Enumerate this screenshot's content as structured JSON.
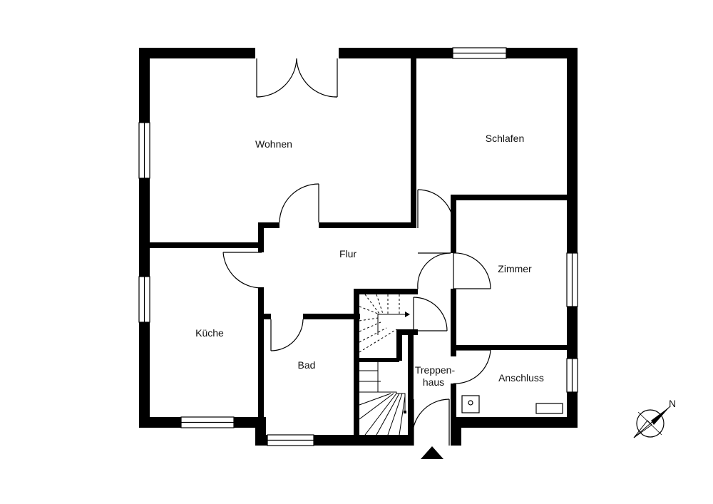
{
  "rooms": {
    "wohnen": "Wohnen",
    "schlafen": "Schlafen",
    "flur": "Flur",
    "zimmer": "Zimmer",
    "kueche": "Küche",
    "bad": "Bad",
    "treppenhaus_1": "Treppen-",
    "treppenhaus_2": "haus",
    "anschluss": "Anschluss"
  },
  "compass": {
    "north": "N"
  },
  "colors": {
    "wall": "#000000",
    "line": "#000000",
    "background": "#ffffff"
  }
}
